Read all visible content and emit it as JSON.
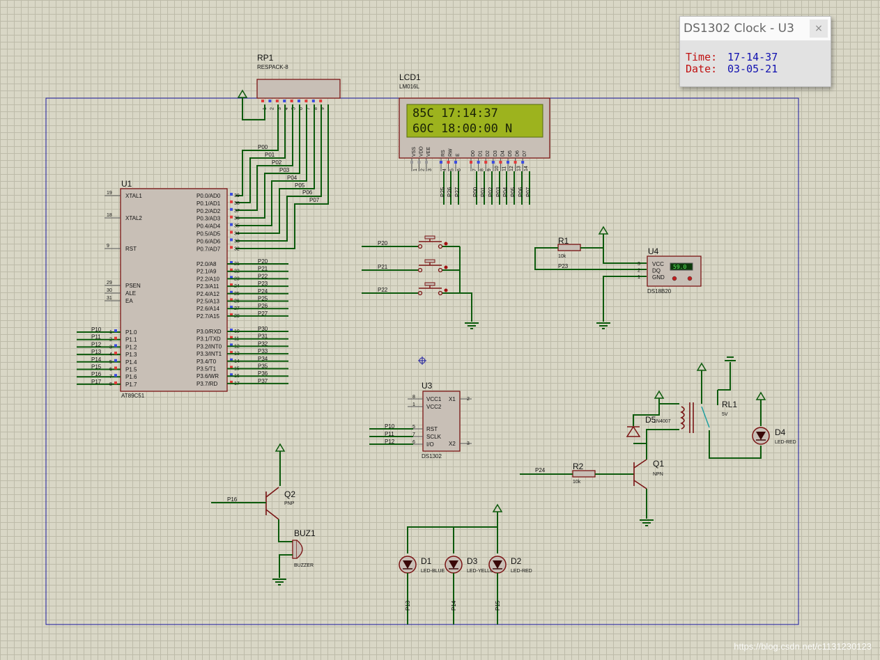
{
  "popup": {
    "title": "DS1302 Clock - U3",
    "close_glyph": "×",
    "time_label": "Time:",
    "time_value": "17-14-37",
    "date_label": "Date:",
    "date_value": "03-05-21"
  },
  "watermark": "https://blog.csdn.net/c1131230123",
  "lcd": {
    "ref": "LCD1",
    "part": "LM016L",
    "line1": "85C 17:14:37",
    "line2": "60C 18:00:00 N",
    "pin_names": [
      "VSS",
      "VDD",
      "VEE",
      "RS",
      "RW",
      "E",
      "D0",
      "D1",
      "D2",
      "D3",
      "D4",
      "D5",
      "D6",
      "D7"
    ],
    "pin_numbers": [
      "1",
      "2",
      "3",
      "4",
      "5",
      "6",
      "7",
      "8",
      "9",
      "10",
      "11",
      "12",
      "13",
      "14"
    ],
    "net_labels": [
      "P25",
      "P26",
      "P27",
      "P00",
      "P01",
      "P02",
      "P03",
      "P04",
      "P05",
      "P06",
      "P07"
    ]
  },
  "rp1": {
    "ref": "RP1",
    "part": "RESPACK-8",
    "pins": [
      "1",
      "2",
      "3",
      "4",
      "5",
      "6",
      "7",
      "8",
      "9"
    ]
  },
  "u1": {
    "ref": "U1",
    "part": "AT89C51",
    "left_pins": [
      {
        "num": "19",
        "name": "XTAL1"
      },
      {
        "num": "18",
        "name": "XTAL2"
      },
      {
        "num": "9",
        "name": "RST"
      },
      {
        "num": "29",
        "name": "PSEN"
      },
      {
        "num": "30",
        "name": "ALE"
      },
      {
        "num": "31",
        "name": "EA"
      },
      {
        "num": "1",
        "name": "P1.0"
      },
      {
        "num": "2",
        "name": "P1.1"
      },
      {
        "num": "3",
        "name": "P1.2"
      },
      {
        "num": "4",
        "name": "P1.3"
      },
      {
        "num": "5",
        "name": "P1.4"
      },
      {
        "num": "6",
        "name": "P1.5"
      },
      {
        "num": "7",
        "name": "P1.6"
      },
      {
        "num": "8",
        "name": "P1.7"
      }
    ],
    "p1_nets": [
      "P10",
      "P11",
      "P12",
      "P13",
      "P14",
      "P15",
      "P16",
      "P17"
    ],
    "right_pins_p0": [
      {
        "num": "39",
        "name": "P0.0/AD0"
      },
      {
        "num": "38",
        "name": "P0.1/AD1"
      },
      {
        "num": "37",
        "name": "P0.2/AD2"
      },
      {
        "num": "36",
        "name": "P0.3/AD3"
      },
      {
        "num": "35",
        "name": "P0.4/AD4"
      },
      {
        "num": "34",
        "name": "P0.5/AD5"
      },
      {
        "num": "33",
        "name": "P0.6/AD6"
      },
      {
        "num": "32",
        "name": "P0.7/AD7"
      }
    ],
    "p0_nets": [
      "P00",
      "P01",
      "P02",
      "P03",
      "P04",
      "P05",
      "P06",
      "P07"
    ],
    "right_pins_p2": [
      {
        "num": "21",
        "name": "P2.0/A8"
      },
      {
        "num": "22",
        "name": "P2.1/A9"
      },
      {
        "num": "23",
        "name": "P2.2/A10"
      },
      {
        "num": "24",
        "name": "P2.3/A11"
      },
      {
        "num": "25",
        "name": "P2.4/A12"
      },
      {
        "num": "26",
        "name": "P2.5/A13"
      },
      {
        "num": "27",
        "name": "P2.6/A14"
      },
      {
        "num": "28",
        "name": "P2.7/A15"
      }
    ],
    "p2_nets": [
      "P20",
      "P21",
      "P22",
      "P23",
      "P24",
      "P25",
      "P26",
      "P27"
    ],
    "right_pins_p3": [
      {
        "num": "10",
        "name": "P3.0/RXD"
      },
      {
        "num": "11",
        "name": "P3.1/TXD"
      },
      {
        "num": "12",
        "name": "P3.2/INT0"
      },
      {
        "num": "13",
        "name": "P3.3/INT1"
      },
      {
        "num": "14",
        "name": "P3.4/T0"
      },
      {
        "num": "15",
        "name": "P3.5/T1"
      },
      {
        "num": "16",
        "name": "P3.6/WR"
      },
      {
        "num": "17",
        "name": "P3.7/RD"
      }
    ],
    "p3_nets": [
      "P30",
      "P31",
      "P32",
      "P33",
      "P34",
      "P35",
      "P36",
      "P37"
    ]
  },
  "switch_nets": [
    "P20",
    "P21",
    "P22"
  ],
  "r1": {
    "ref": "R1",
    "value": "10k"
  },
  "u4": {
    "ref": "U4",
    "part": "DS18B20",
    "pins": [
      {
        "num": "3",
        "name": "VCC"
      },
      {
        "num": "2",
        "name": "DQ"
      },
      {
        "num": "1",
        "name": "GND"
      }
    ],
    "display": "59.0",
    "net": "P23"
  },
  "u3": {
    "ref": "U3",
    "part": "DS1302",
    "left_pins": [
      {
        "num": "8",
        "name": "VCC1"
      },
      {
        "num": "1",
        "name": "VCC2"
      },
      {
        "num": "5",
        "name": "RST"
      },
      {
        "num": "7",
        "name": "SCLK"
      },
      {
        "num": "6",
        "name": "I/O"
      }
    ],
    "right_pins": [
      {
        "num": "2",
        "name": "X1"
      },
      {
        "num": "3",
        "name": "X2"
      }
    ],
    "nets": [
      "P10",
      "P11",
      "P12"
    ]
  },
  "q2": {
    "ref": "Q2",
    "type": "PNP",
    "net": "P16"
  },
  "buz1": {
    "ref": "BUZ1",
    "part": "BUZZER"
  },
  "leds_bottom": [
    {
      "ref": "D1",
      "part": "LED-BLUE",
      "net": "P13"
    },
    {
      "ref": "D3",
      "part": "LED-YELLOW",
      "net": "P14"
    },
    {
      "ref": "D2",
      "part": "LED-RED",
      "net": "P15"
    }
  ],
  "q1": {
    "ref": "Q1",
    "type": "NPN"
  },
  "r2": {
    "ref": "R2",
    "value": "10k",
    "net": "P24"
  },
  "d5": {
    "ref": "D5",
    "part": "1N4007"
  },
  "rl1": {
    "ref": "RL1",
    "part": "5V"
  },
  "d4": {
    "ref": "D4",
    "part": "LED-RED"
  },
  "colors": {
    "wire": "#0c5a0c",
    "component": "#7a1414",
    "lcd_bg": "#9db31e",
    "frame": "#1a1aa0"
  }
}
